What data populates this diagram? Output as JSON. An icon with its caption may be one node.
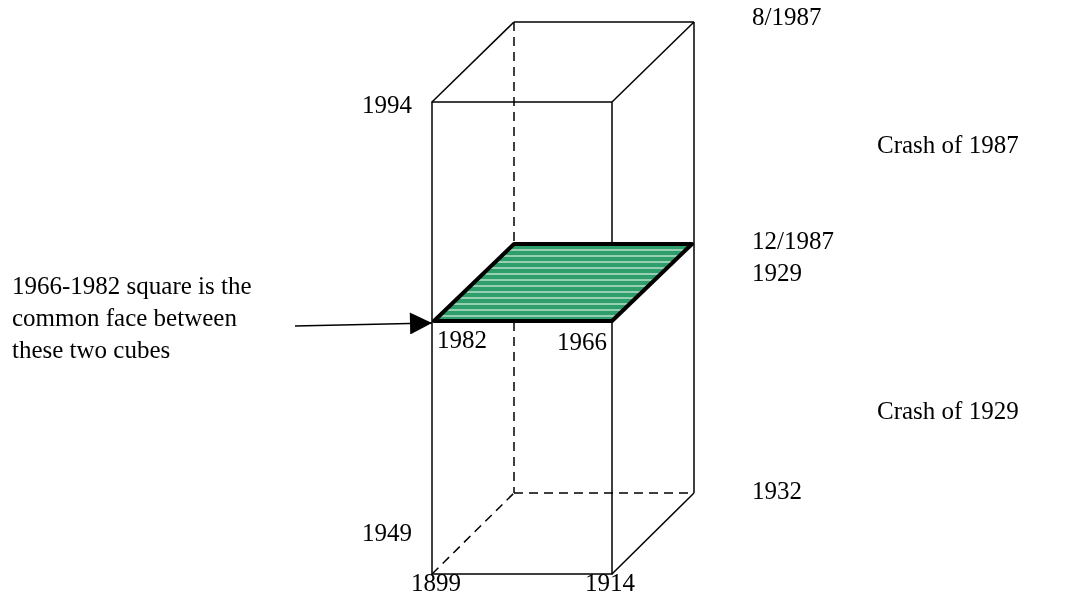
{
  "diagram": {
    "nodes": [
      {
        "text": [
          "1966-1982 square is the common face between these two cubes"
        ]
      },
      {
        "text": [],
        "shape": "parallelogram"
      }
    ],
    "edges": [
      {
        "from": 0,
        "to": 1,
        "arrow": "to"
      }
    ],
    "labels": [
      "8/1987",
      "1994",
      "Crash of 1987",
      "12/1987",
      "1929",
      "1982",
      "1966",
      "Crash of 1929",
      "1932",
      "1949",
      "1899",
      "1914"
    ]
  }
}
